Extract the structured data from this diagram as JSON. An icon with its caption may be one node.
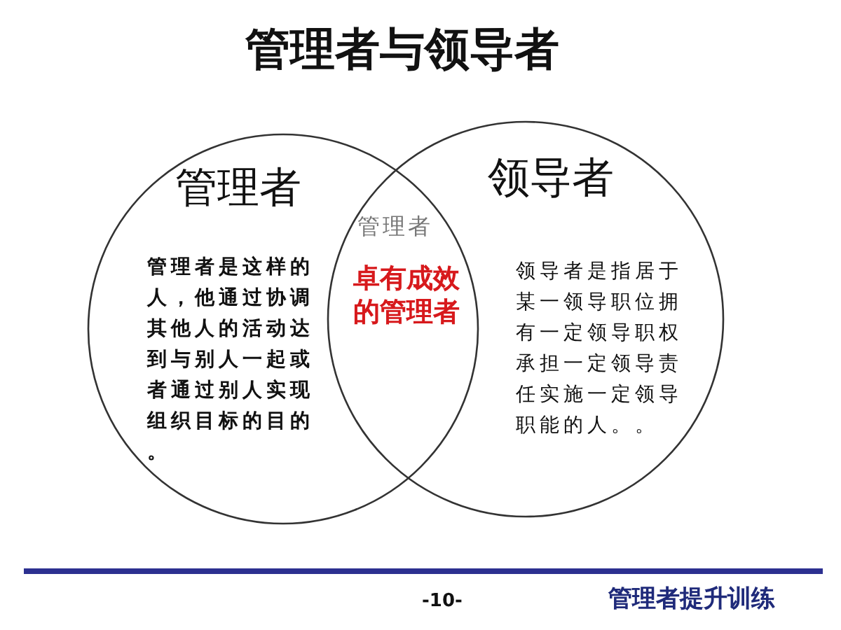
{
  "diagram": {
    "title": "管理者与领导者",
    "nodes": [
      {
        "text": [
          "管理者",
          "管理者是这样的人，他通过协调其他人的活动达到与别人一起或者通过别人实现组织目标的目的。"
        ]
      },
      {
        "text": [
          "领导者",
          "领导者是指居于某一领导职位拥有一定领导职权承担一定领导责任实施一定领导职能的人。。"
        ]
      }
    ],
    "labels": [
      "管理者",
      "卓有成效的管理者",
      "-10-",
      "管理者提升训练"
    ]
  }
}
